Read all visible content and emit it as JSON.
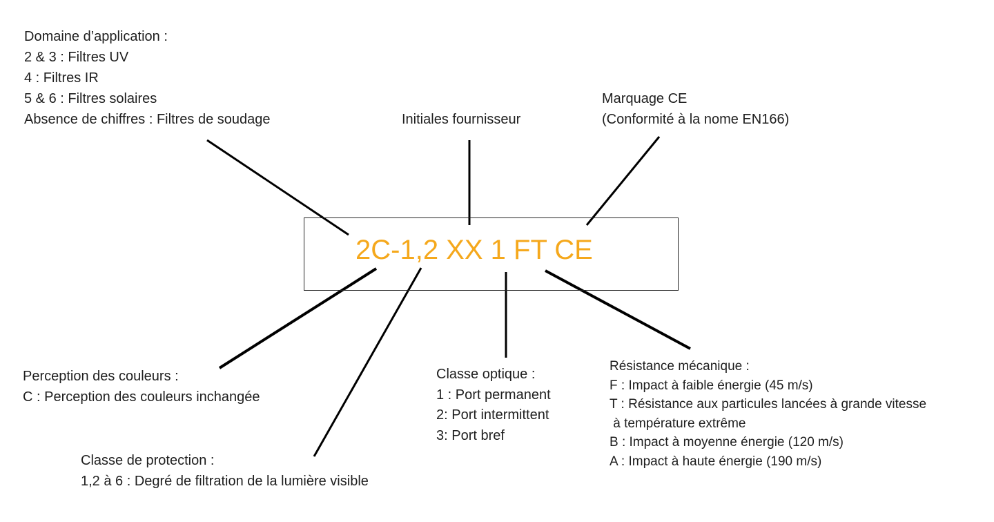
{
  "code": "2C-1,2 XX 1 FT CE",
  "colors": {
    "code": "#f5a81c",
    "lines": "#000000"
  },
  "domaine": {
    "title": "Domaine d’application :",
    "items": [
      "2 & 3 : Filtres UV",
      "4 : Filtres IR",
      "5 & 6 : Filtres solaires",
      "Absence de chiffres : Filtres de soudage"
    ]
  },
  "fournisseur": {
    "title": "Initiales fournisseur"
  },
  "marquage": {
    "title": "Marquage CE",
    "items": [
      "(Conformité à la nome EN166)"
    ]
  },
  "perception": {
    "title": "Perception des couleurs :",
    "items": [
      "C : Perception des couleurs inchangée"
    ]
  },
  "protection": {
    "title": "Classe de protection :",
    "items": [
      "1,2 à 6 : Degré de filtration de la lumière visible"
    ]
  },
  "optique": {
    "title": "Classe optique :",
    "items": [
      "1 : Port permanent",
      "2: Port intermittent",
      "3: Port bref"
    ]
  },
  "resistance": {
    "title": "Résistance mécanique :",
    "items": [
      "F : Impact à faible énergie (45 m/s)",
      "T : Résistance aux particules lancées à grande vitesse",
      " à température extrême",
      "B : Impact à moyenne énergie (120 m/s)",
      "A : Impact à haute énergie (190 m/s)"
    ]
  }
}
